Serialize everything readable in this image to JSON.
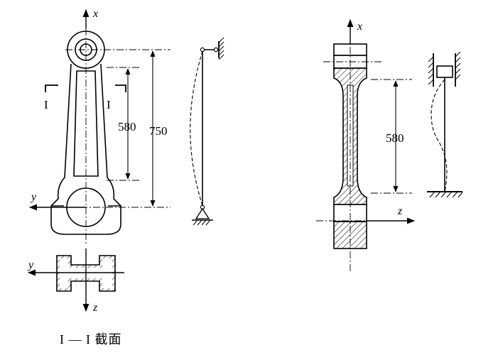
{
  "left_view": {
    "axis_x": "x",
    "axis_y": "y",
    "section_mark_left": "I",
    "section_mark_right": "I",
    "dim_inner": "580",
    "dim_outer": "750"
  },
  "section_view": {
    "axis_y": "y",
    "axis_z": "z",
    "caption": "I — I 截面"
  },
  "right_view": {
    "axis_x": "x",
    "axis_z": "z",
    "dim": "580"
  }
}
